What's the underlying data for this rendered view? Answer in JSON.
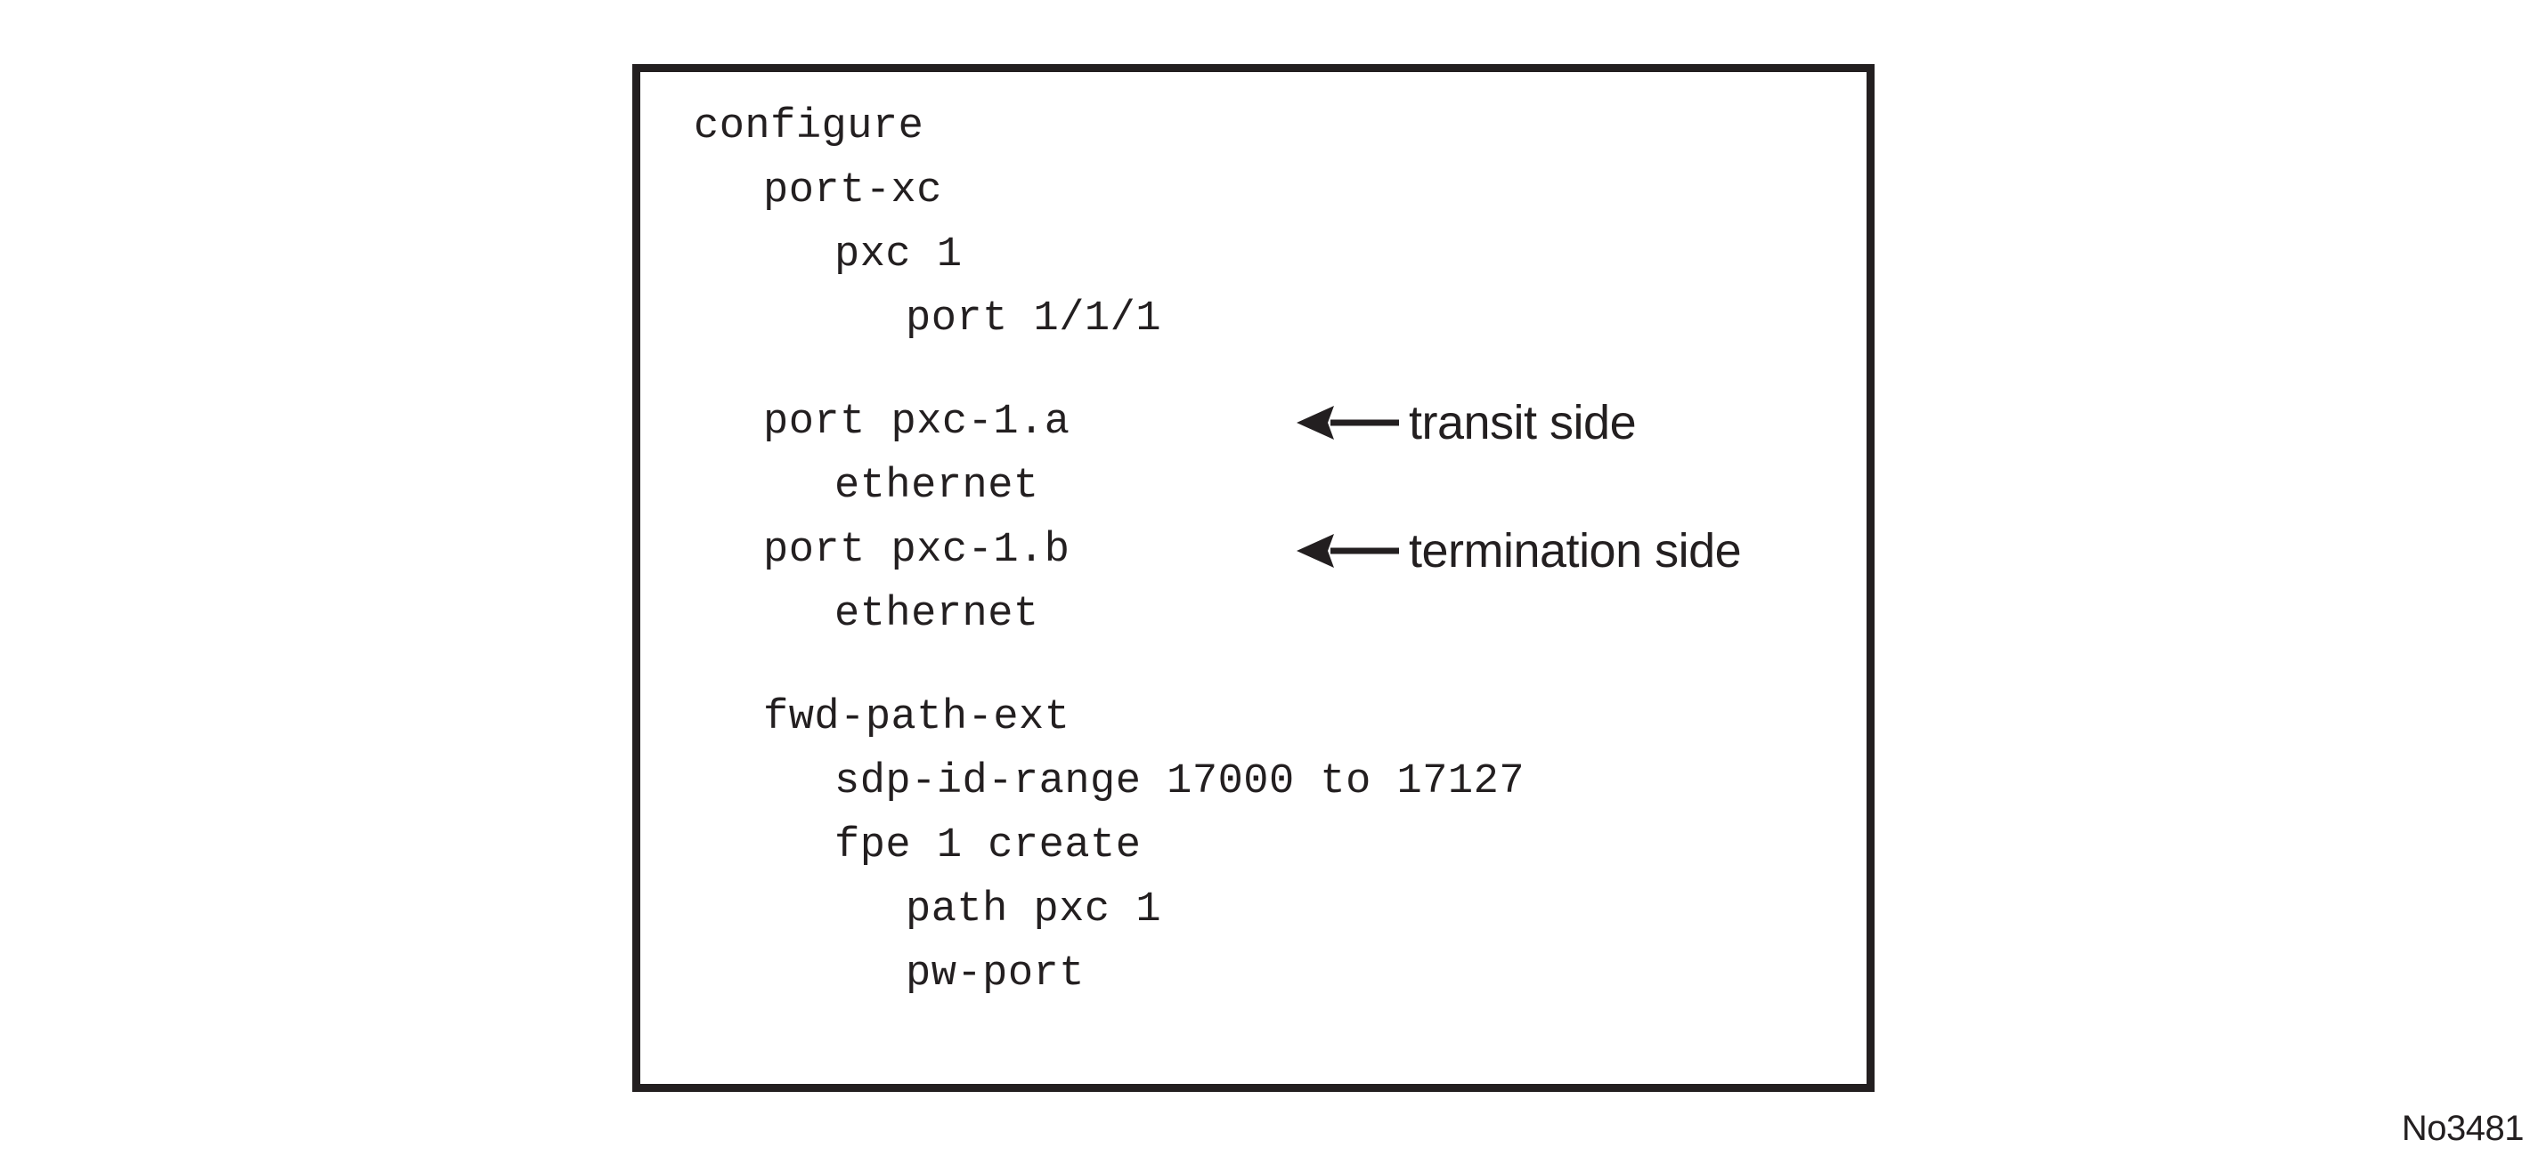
{
  "figure": {
    "caption": "No3481",
    "border_color": "#231f20",
    "text_color": "#231f20",
    "background_color": "#ffffff"
  },
  "code_block": {
    "lines": [
      {
        "text": "configure",
        "indent": 0,
        "blank_before": false
      },
      {
        "text": "port-xc",
        "indent": 1,
        "blank_before": false
      },
      {
        "text": "pxc 1",
        "indent": 2,
        "blank_before": false
      },
      {
        "text": "port 1/1/1",
        "indent": 3,
        "blank_before": false
      },
      {
        "text": "port pxc-1.a",
        "indent": 1,
        "blank_before": true
      },
      {
        "text": "ethernet",
        "indent": 2,
        "blank_before": false
      },
      {
        "text": "port pxc-1.b",
        "indent": 1,
        "blank_before": false
      },
      {
        "text": "ethernet",
        "indent": 2,
        "blank_before": false
      },
      {
        "text": "fwd-path-ext",
        "indent": 1,
        "blank_before": true
      },
      {
        "text": "sdp-id-range 17000 to 17127",
        "indent": 2,
        "blank_before": false
      },
      {
        "text": "fpe 1 create",
        "indent": 2,
        "blank_before": false
      },
      {
        "text": "path pxc 1",
        "indent": 3,
        "blank_before": false
      },
      {
        "text": "pw-port",
        "indent": 3,
        "blank_before": false
      }
    ]
  },
  "annotations": [
    {
      "line_index": 4,
      "icon": "arrow-left-icon",
      "label": "transit side"
    },
    {
      "line_index": 6,
      "icon": "arrow-left-icon",
      "label": "termination side"
    }
  ]
}
